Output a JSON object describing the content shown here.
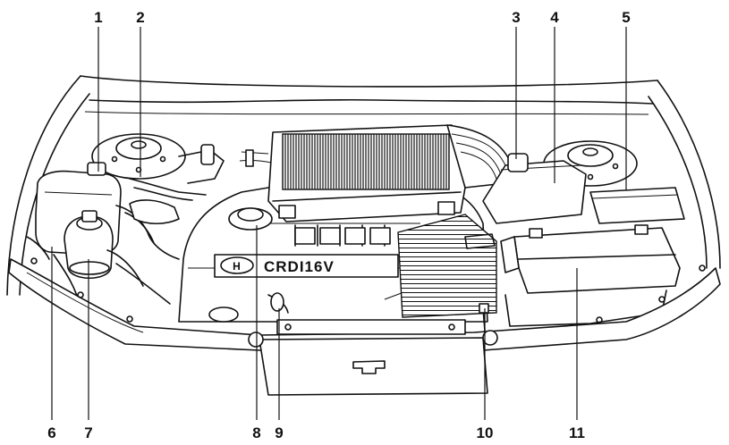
{
  "emblem_text": "CRDI16V",
  "callouts": [
    "1",
    "2",
    "3",
    "4",
    "5",
    "6",
    "7",
    "8",
    "9",
    "10",
    "11"
  ]
}
